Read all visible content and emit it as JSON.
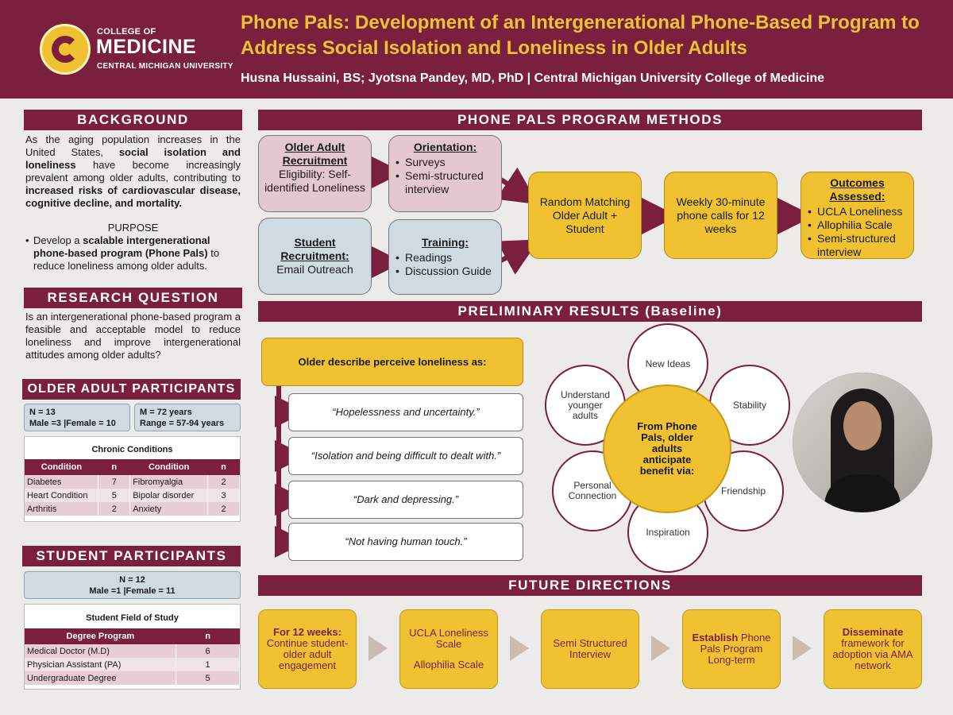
{
  "header": {
    "logo_college": "COLLEGE OF",
    "logo_medicine": "MEDICINE",
    "logo_university": "CENTRAL MICHIGAN UNIVERSITY",
    "title": "Phone Pals: Development of an Intergenerational Phone-Based Program to Address Social Isolation and Loneliness in Older Adults",
    "authors": "Husna Hussaini, BS; Jyotsna Pandey, MD, PhD | Central Michigan University College of Medicine"
  },
  "background": {
    "heading": "BACKGROUND",
    "p1": "As the aging population increases in the United States, ",
    "p1_b1": "social isolation and loneliness",
    "p1_mid": " have become increasingly prevalent among older adults, contributing to ",
    "p1_b2": "increased risks of cardiovascular disease, cognitive decline, and mortality.",
    "purpose_heading": "PURPOSE",
    "purpose_pre": "Develop a ",
    "purpose_bold": "scalable intergenerational phone-based program (Phone Pals)",
    "purpose_post": " to reduce loneliness among older adults."
  },
  "research_question": {
    "heading": "RESEARCH QUESTION",
    "text": "Is an intergenerational phone-based program a feasible and acceptable model to reduce loneliness and improve intergenerational attitudes among older adults?"
  },
  "older_adults": {
    "heading": "OLDER ADULT PARTICIPANTS",
    "box1_line1": "N = 13",
    "box1_line2": "Male =3 |Female = 10",
    "box2_line1": "M = 72  years",
    "box2_line2": "Range = 57-94 years",
    "table_title": "Chronic Conditions",
    "columns": [
      "Condition",
      "n",
      "Condition",
      "n"
    ],
    "rows": [
      [
        "Diabetes",
        "7",
        "Fibromyalgia",
        "2"
      ],
      [
        "Heart Condition",
        "5",
        "Bipolar disorder",
        "3"
      ],
      [
        "Arthritis",
        "2",
        "Anxiety",
        "2"
      ]
    ]
  },
  "students": {
    "heading": "STUDENT PARTICIPANTS",
    "box_line1": "N = 12",
    "box_line2": "Male =1 |Female = 11",
    "table_title": "Student Field of Study",
    "columns": [
      "Degree Program",
      "n"
    ],
    "rows": [
      [
        "Medical Doctor (M.D)",
        "6"
      ],
      [
        "Physician Assistant (PA)",
        "1"
      ],
      [
        "Undergraduate Degree",
        "5"
      ]
    ]
  },
  "methods": {
    "heading": "PHONE  PALS PROGRAM METHODS",
    "older_recruit_title": "Older Adult Recruitment",
    "older_recruit_text": "Eligibility: Self-identified Loneliness",
    "orientation_title": "Orientation:",
    "orientation_items": [
      "Surveys",
      "Semi-structured interview"
    ],
    "student_recruit_title": "Student Recruitment:",
    "student_recruit_text": "Email Outreach",
    "training_title": "Training:",
    "training_items": [
      "Readings",
      "Discussion Guide"
    ],
    "matching": "Random Matching Older Adult + Student",
    "calls": "Weekly 30-minute phone calls for 12 weeks",
    "outcomes_title": "Outcomes Assessed:",
    "outcomes_items": [
      "UCLA Loneliness",
      "Allophilia Scale",
      "Semi-structured interview"
    ]
  },
  "results": {
    "heading": "PRELIMINARY RESULTS (Baseline)",
    "prompt": "Older describe perceive loneliness as:",
    "quotes": [
      "“Hopelessness and uncertainty.”",
      "“Isolation and being difficult to dealt with.”",
      "“Dark and depressing.”",
      "“Not having human touch.”"
    ],
    "center": "From Phone Pals, older adults anticipate benefit via:",
    "benefits": {
      "new_ideas": "New Ideas",
      "stability": "Stability",
      "friendship": "Friendship",
      "inspiration": "Inspiration",
      "personal_connection": "Personal Connection",
      "understand_younger": "Understand younger adults"
    }
  },
  "future": {
    "heading": "FUTURE DIRECTIONS",
    "box1_bold": "For 12 weeks:",
    "box1_text": "Continue student-older adult engagement",
    "box2_line1": "UCLA Loneliness Scale",
    "box2_line2": "Allophilia Scale",
    "box3_text": "Semi Structured Interview",
    "box4_bold": "Establish",
    "box4_text": " Phone Pals Program Long-term",
    "box5_bold": "Disseminate",
    "box5_text": "framework for adoption via AMA network"
  },
  "colors": {
    "maroon": "#7a1f3d",
    "gold": "#f0c232",
    "light_blue": "#cfdbe1",
    "light_pink": "#e4c8cd"
  }
}
